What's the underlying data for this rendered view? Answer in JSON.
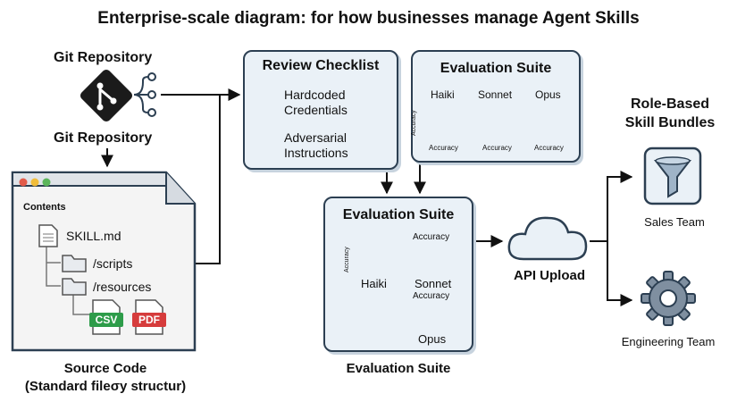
{
  "title": "Enterprise-scale diagram: for how businesses manage Agent Skills",
  "git": {
    "label_top": "Git Repository",
    "label_bottom": "Git Repository"
  },
  "source": {
    "contents_label": "Contents",
    "files": [
      "SKILL.md",
      "/scripts",
      "/resources"
    ],
    "badges": [
      "CSV",
      "PDF"
    ],
    "caption_1": "Source Code",
    "caption_2": "(Standard fileσy structur)"
  },
  "review": {
    "title": "Review Checklist",
    "items": [
      {
        "line1": "Hardcoded",
        "line2": "Credentials",
        "icon": "padlock-icon"
      },
      {
        "line1": "Adversarial",
        "line2": "Instructions",
        "icon": "red-x-icon"
      }
    ]
  },
  "eval_top": {
    "title": "Evaluation Suite",
    "models": [
      "Haiki",
      "Sonnet",
      "Opus"
    ],
    "axis_y": "Accuracy",
    "axis_x": "Accuracy"
  },
  "eval_mid": {
    "title": "Evaluation Suite",
    "labels": [
      "Haiki",
      "Accuracy",
      "Sonnet",
      "Accuracy",
      "Opus"
    ],
    "axis_y": "Accuracy",
    "caption": "Evaluation Suite"
  },
  "api": {
    "label": "API Upload"
  },
  "bundles": {
    "title_1": "Role-Based",
    "title_2": "Skill Bundles",
    "teams": [
      "Sales Team",
      "Engineering Team"
    ]
  },
  "colors": {
    "accent": "#2c3f52",
    "panel": "#eaf1f7",
    "csv": "#2e9c4a",
    "pdf": "#d63c3c",
    "lock": "#f2b61f",
    "x": "#d63c3c"
  }
}
